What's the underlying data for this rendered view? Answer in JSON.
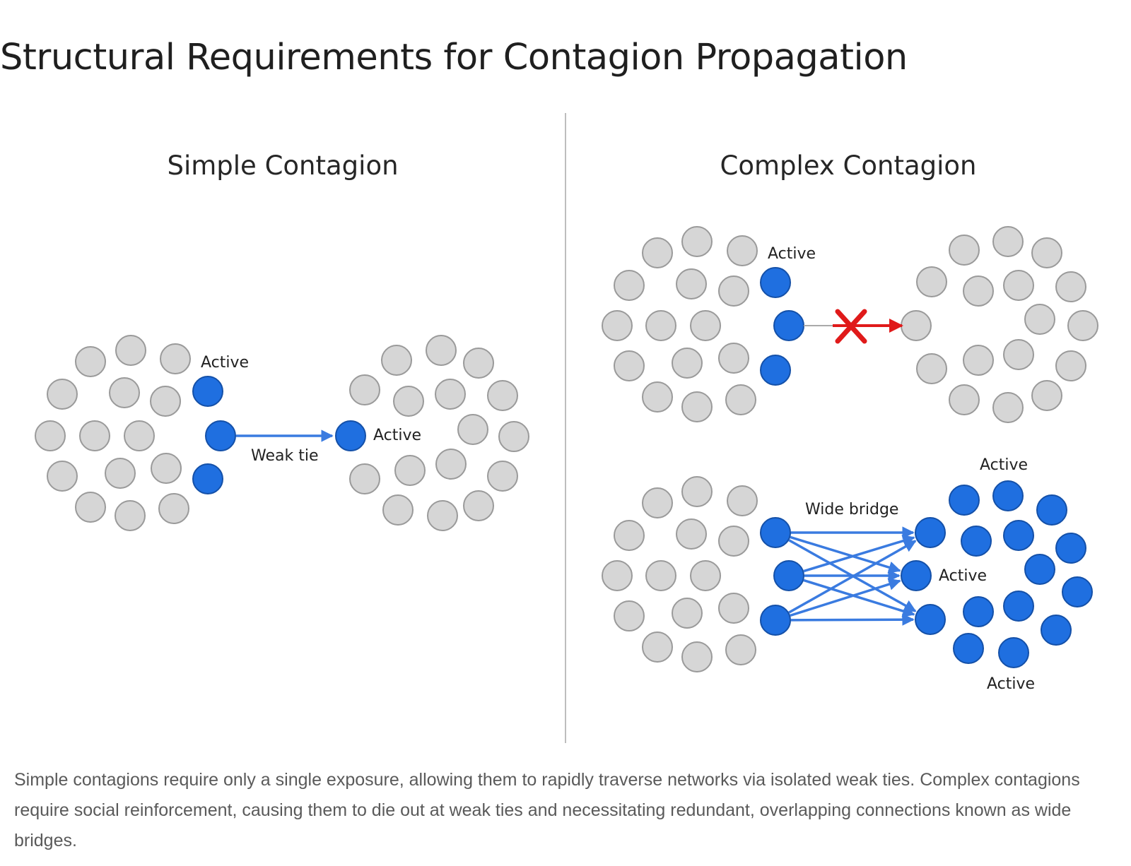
{
  "title": "Structural Requirements for Contagion Propagation",
  "panels": {
    "simple": {
      "title": "Simple Contagion",
      "active_label_left": "Active",
      "active_label_right": "Active",
      "tie_label": "Weak tie"
    },
    "complex": {
      "title": "Complex Contagion",
      "top": {
        "active_label": "Active"
      },
      "bottom": {
        "bridge_label": "Wide bridge",
        "active_label_top": "Active",
        "active_label_middle": "Active",
        "active_label_bottom": "Active"
      }
    }
  },
  "caption": "Simple contagions require only a single exposure, allowing them to rapidly traverse networks via isolated weak ties. Complex contagions require social reinforcement, causing them to die out at weak ties and necessitating redundant, overlapping connections known as wide bridges.",
  "colors": {
    "inactive_node": "#d6d6d6",
    "active_node": "#1f6fe0",
    "tie": "#3a7be0",
    "blocked_marker": "#e01a1a",
    "divider": "#bdbdbd"
  },
  "icons": {
    "blocked_marker": "red-x-icon"
  }
}
